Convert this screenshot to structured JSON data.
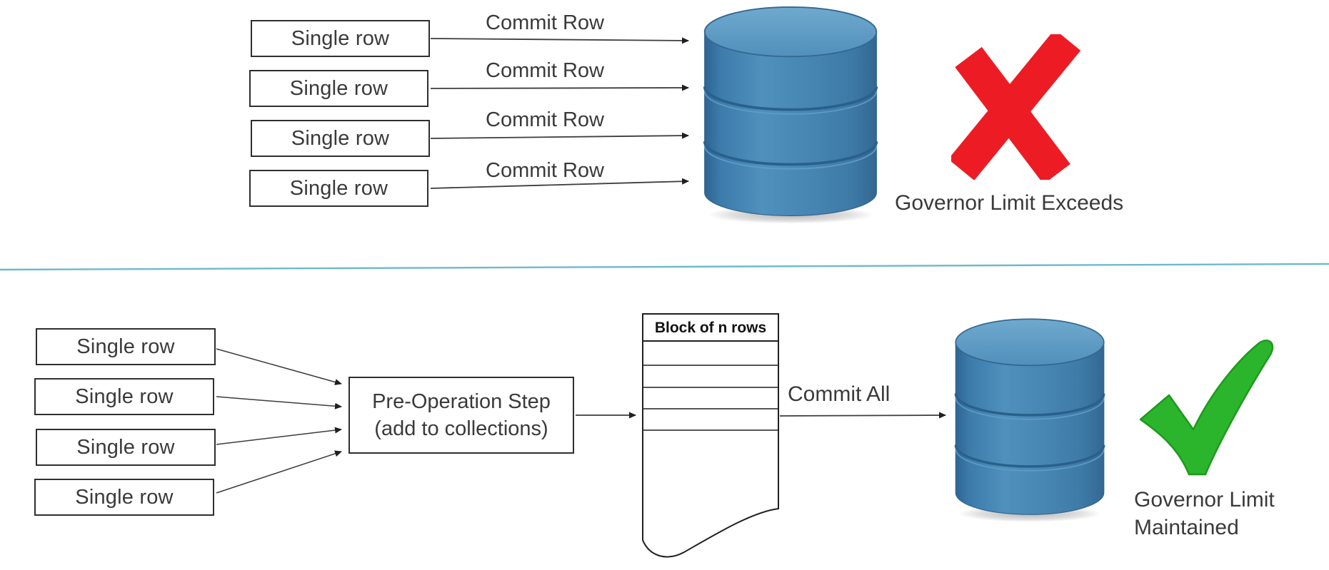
{
  "diagram": {
    "top_flow": {
      "row_boxes": [
        "Single row",
        "Single row",
        "Single row",
        "Single row"
      ],
      "arrow_labels": [
        "Commit Row",
        "Commit Row",
        "Commit Row",
        "Commit Row"
      ],
      "database_icon": "database-cylinder-blue",
      "status_icon": "red-cross",
      "result_label": "Governor Limit Exceeds"
    },
    "bottom_flow": {
      "row_boxes": [
        "Single row",
        "Single row",
        "Single row",
        "Single row"
      ],
      "pre_operation_box": {
        "line1": "Pre-Operation Step",
        "line2": "(add to collections)"
      },
      "block_table": {
        "header": "Block of n rows",
        "empty_row_count": 4
      },
      "arrow_label": "Commit All",
      "database_icon": "database-cylinder-blue",
      "status_icon": "green-check",
      "result_label_line1": "Governor Limit",
      "result_label_line2": "Maintained"
    },
    "colors": {
      "database_blue_top": "#5E9CC5",
      "database_blue_body": "#3F7CA8",
      "cross_red": "#ED1C24",
      "check_green": "#2BB52C",
      "divider_teal": "#5FB2C8",
      "text": "#3A3A3A"
    }
  }
}
